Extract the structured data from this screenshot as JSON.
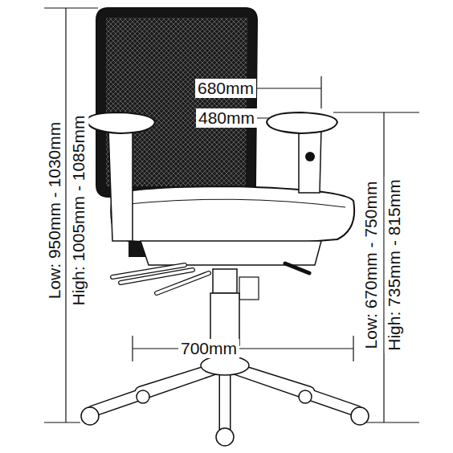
{
  "diagram": {
    "labels": [
      "680mm",
      "480mm",
      "Low: 950mm - 1030mm",
      "High: 1005mm - 1085mm",
      "Low: 670mm - 750mm",
      "High: 735mm - 815mm",
      "700mm"
    ]
  }
}
